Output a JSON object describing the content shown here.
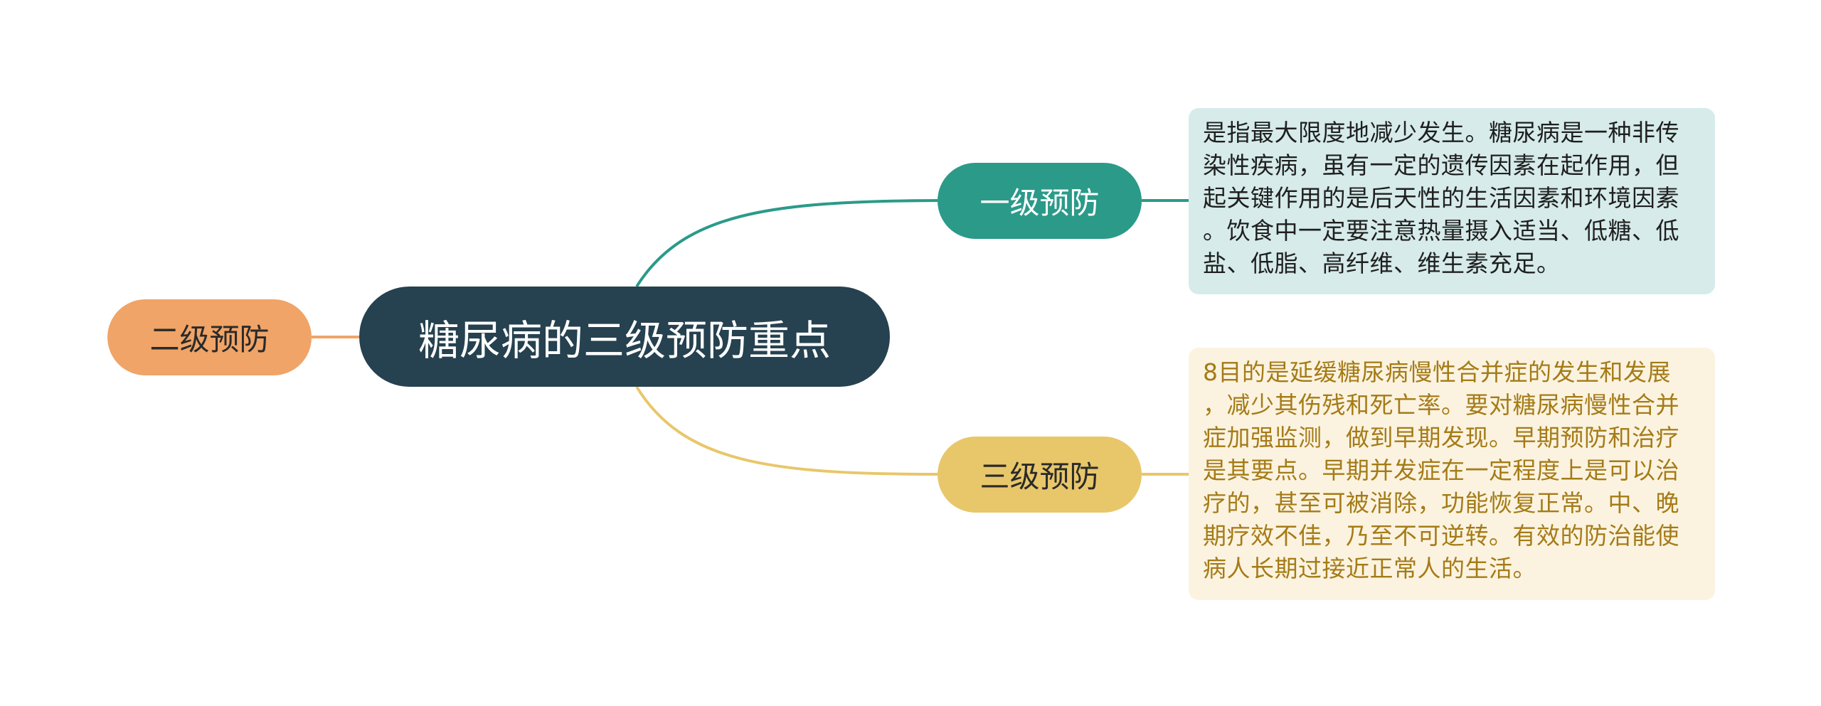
{
  "diagram": {
    "center": {
      "label": "糖尿病的三级预防重点"
    },
    "branches": [
      {
        "label": "一级预防",
        "color": "#2b9a89",
        "description_lines": [
          "是指最大限度地减少发生。糖尿病是一种非传",
          "染性疾病，虽有一定的遗传因素在起作用，但",
          "起关键作用的是后天性的生活因素和环境因素",
          "。饮食中一定要注意热量摄入适当、低糖、低",
          "盐、低脂、高纤维、维生素充足。"
        ]
      },
      {
        "label": "二级预防",
        "color": "#f0a467"
      },
      {
        "label": "三级预防",
        "color": "#e8c76a",
        "description_lines": [
          "8目的是延缓糖尿病慢性合并症的发生和发展",
          "，减少其伤残和死亡率。要对糖尿病慢性合并",
          "症加强监测，做到早期发现。早期预防和治疗",
          "是其要点。早期并发症在一定程度上是可以治",
          "疗的，甚至可被消除，功能恢复正常。中、晚",
          "期疗效不佳，乃至不可逆转。有效的防治能使",
          "病人长期过接近正常人的生活。"
        ]
      }
    ]
  },
  "colors": {
    "center_fill": "#26414f",
    "level1_desc_bg": "#d6ebea",
    "level3_desc_bg": "#fbf3e0",
    "level3_desc_text": "#a57b17"
  }
}
